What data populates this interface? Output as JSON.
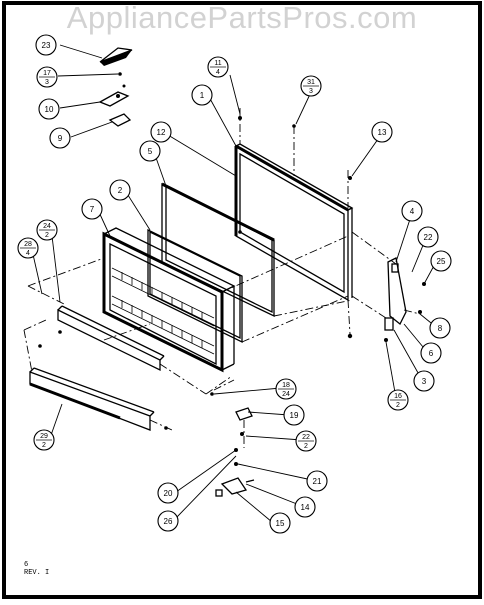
{
  "watermark": "AppliancePartsPros.com",
  "footer": {
    "page": "6",
    "revision": "REV. I"
  },
  "callouts": {
    "c1": "1",
    "c2": "2",
    "c3": "3",
    "c4": "4",
    "c5": "5",
    "c6": "6",
    "c7": "7",
    "c8": "8",
    "c9": "9",
    "c10": "10",
    "c12": "12",
    "c13": "13",
    "c14": "14",
    "c15": "15",
    "c19": "19",
    "c20": "20",
    "c21": "21",
    "c22": "22",
    "c23": "23",
    "c25": "25",
    "c26": "26",
    "f11": {
      "top": "11",
      "bottom": "4"
    },
    "f17": {
      "top": "17",
      "bottom": "3"
    },
    "f31": {
      "top": "31",
      "bottom": "3"
    },
    "f24": {
      "top": "24",
      "bottom": "2"
    },
    "f28": {
      "top": "28",
      "bottom": "4"
    },
    "f18": {
      "top": "18",
      "bottom": "24"
    },
    "f16": {
      "top": "16",
      "bottom": "2"
    },
    "f22b": {
      "top": "22",
      "bottom": "2"
    },
    "f29": {
      "top": "29",
      "bottom": "2"
    }
  }
}
